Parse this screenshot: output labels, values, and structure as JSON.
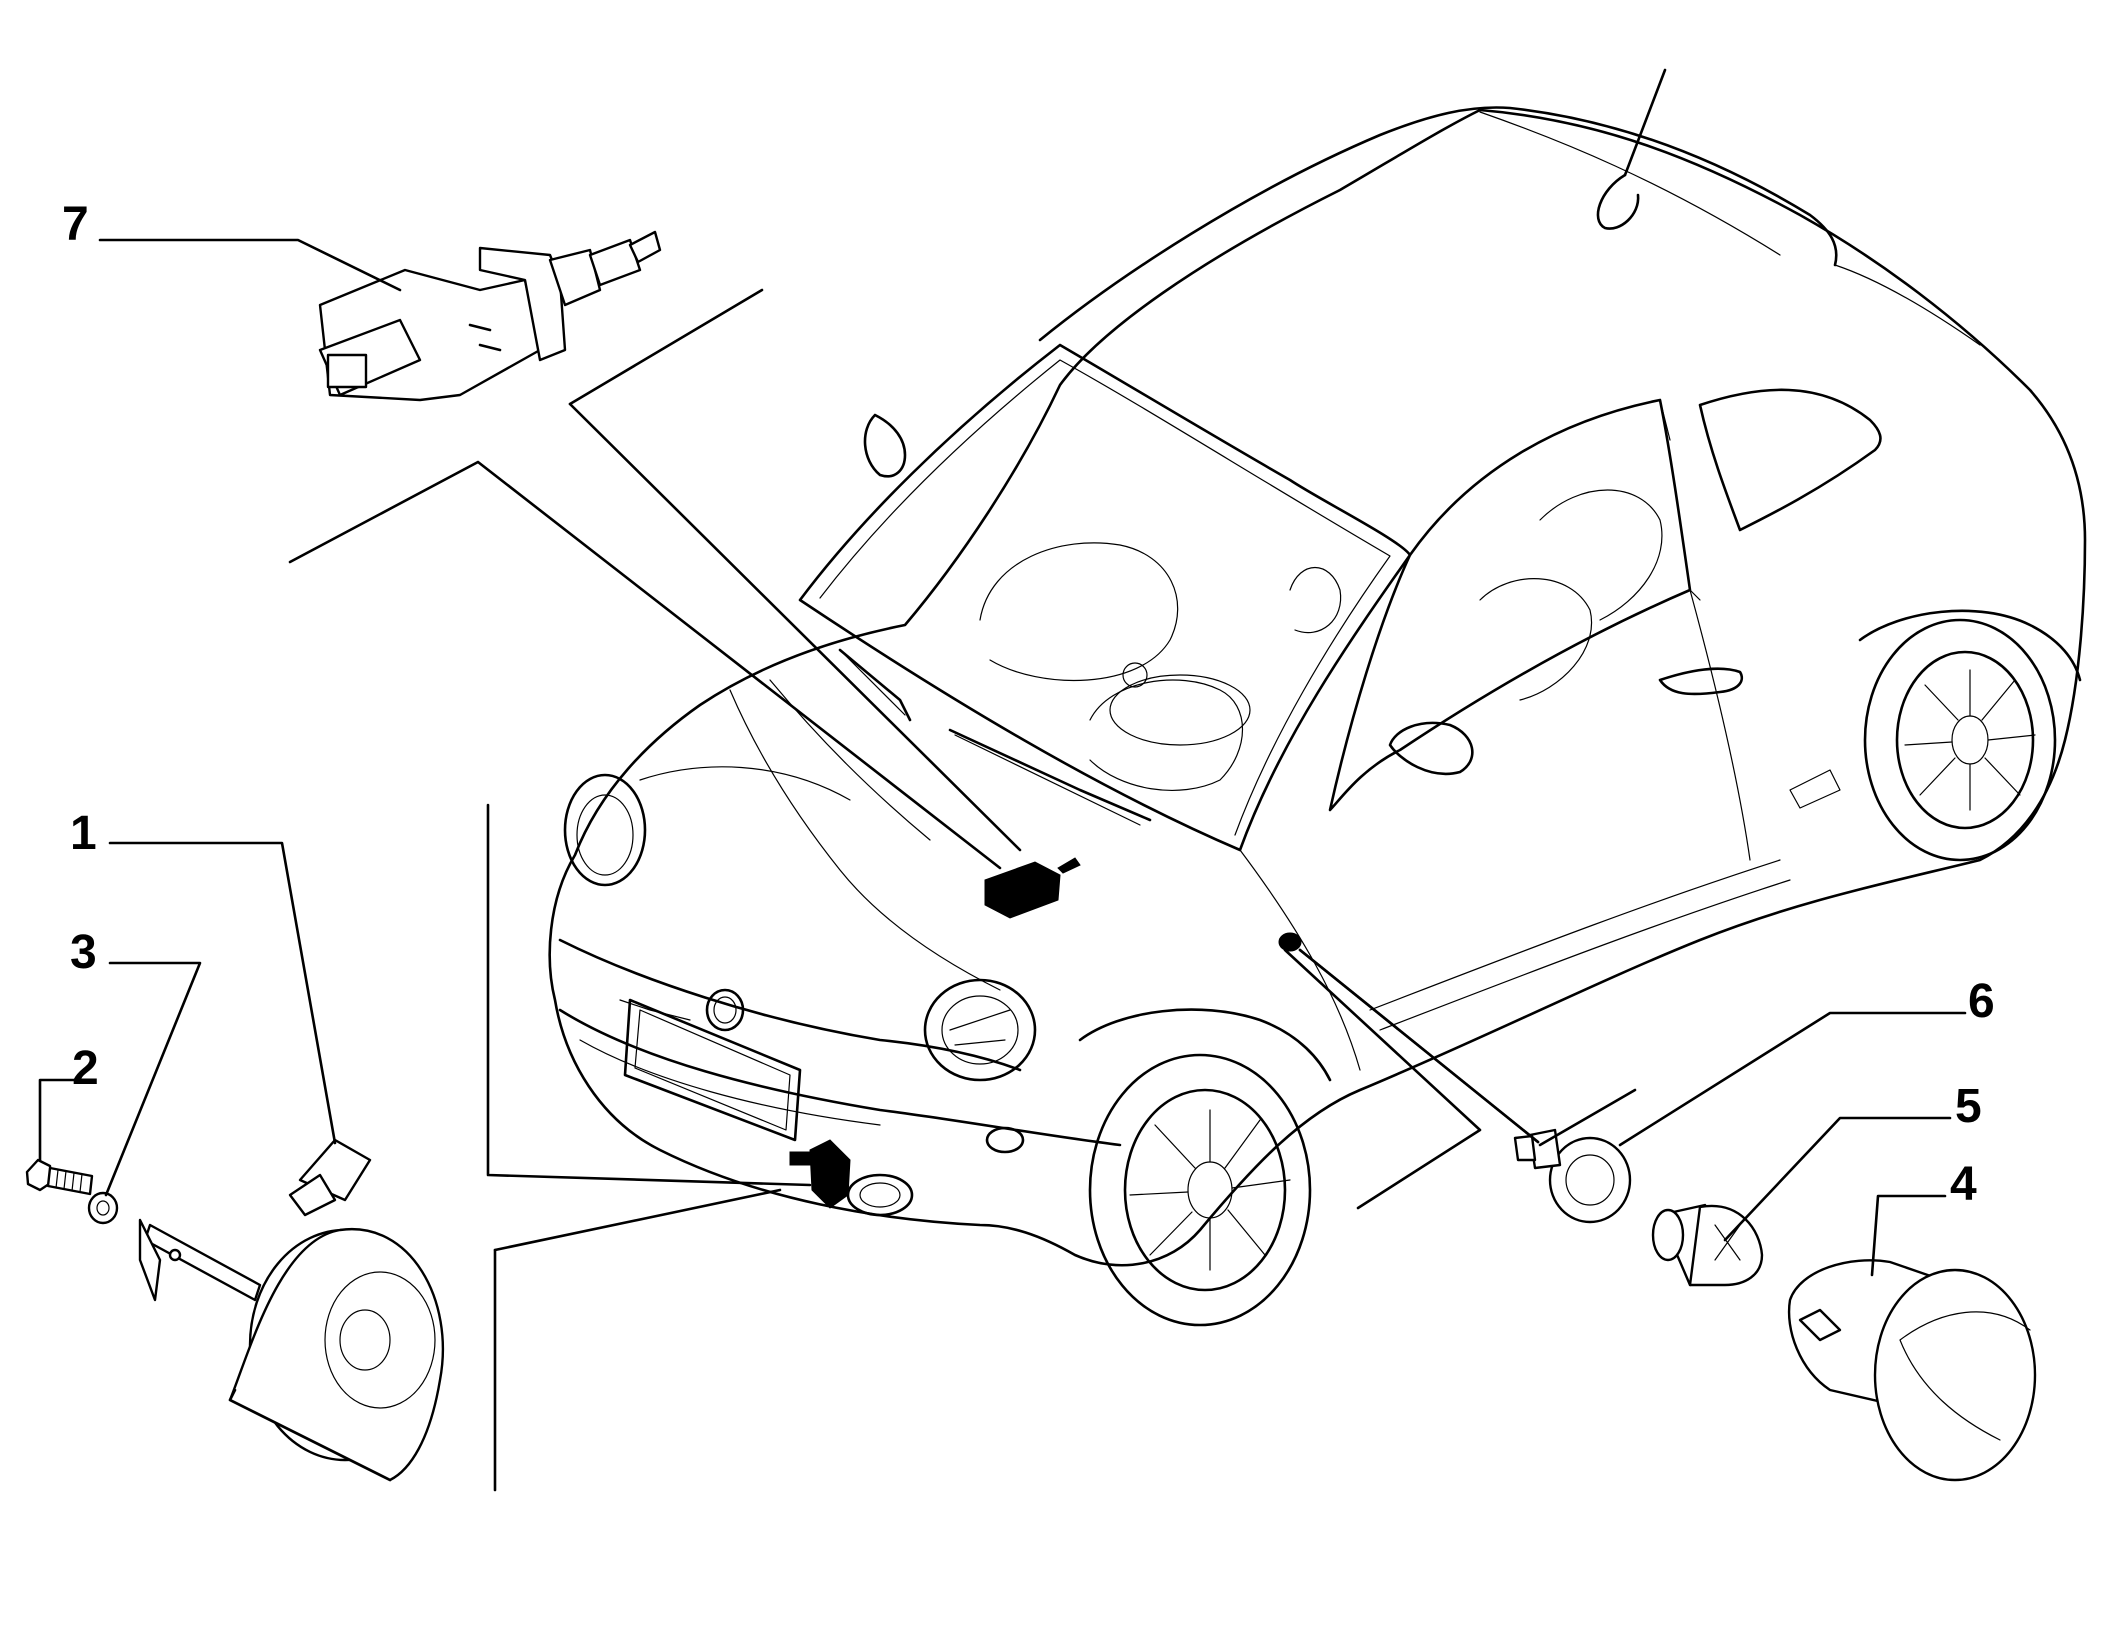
{
  "diagram": {
    "callouts": [
      {
        "id": "1",
        "label": "1"
      },
      {
        "id": "2",
        "label": "2"
      },
      {
        "id": "3",
        "label": "3"
      },
      {
        "id": "4",
        "label": "4"
      },
      {
        "id": "5",
        "label": "5"
      },
      {
        "id": "6",
        "label": "6"
      },
      {
        "id": "7",
        "label": "7"
      }
    ],
    "colors": {
      "ink": "#000000",
      "paper": "#ffffff"
    }
  }
}
